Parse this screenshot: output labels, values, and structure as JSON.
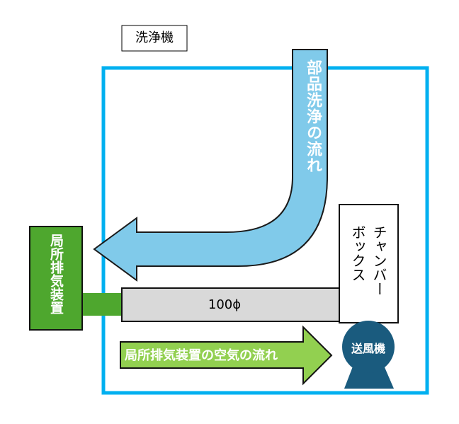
{
  "title_label": "洗浄機",
  "parts_flow_label": "部品洗浄の流れ",
  "exhaust_device_label": "局所排気装置",
  "pipe_label": "100ϕ",
  "chamber_box": {
    "line1": "チャンバー",
    "line2": "ボックス"
  },
  "air_flow_label": "局所排気装置の空気の流れ",
  "blower_label": "送風機",
  "colors": {
    "frame": "#00B0F0",
    "parts_arrow": "#80CAEA",
    "exhaust": "#4EA72E",
    "air_arrow": "#92D050",
    "blower": "#1A5B7E",
    "pipe": "#D9D9D9"
  }
}
